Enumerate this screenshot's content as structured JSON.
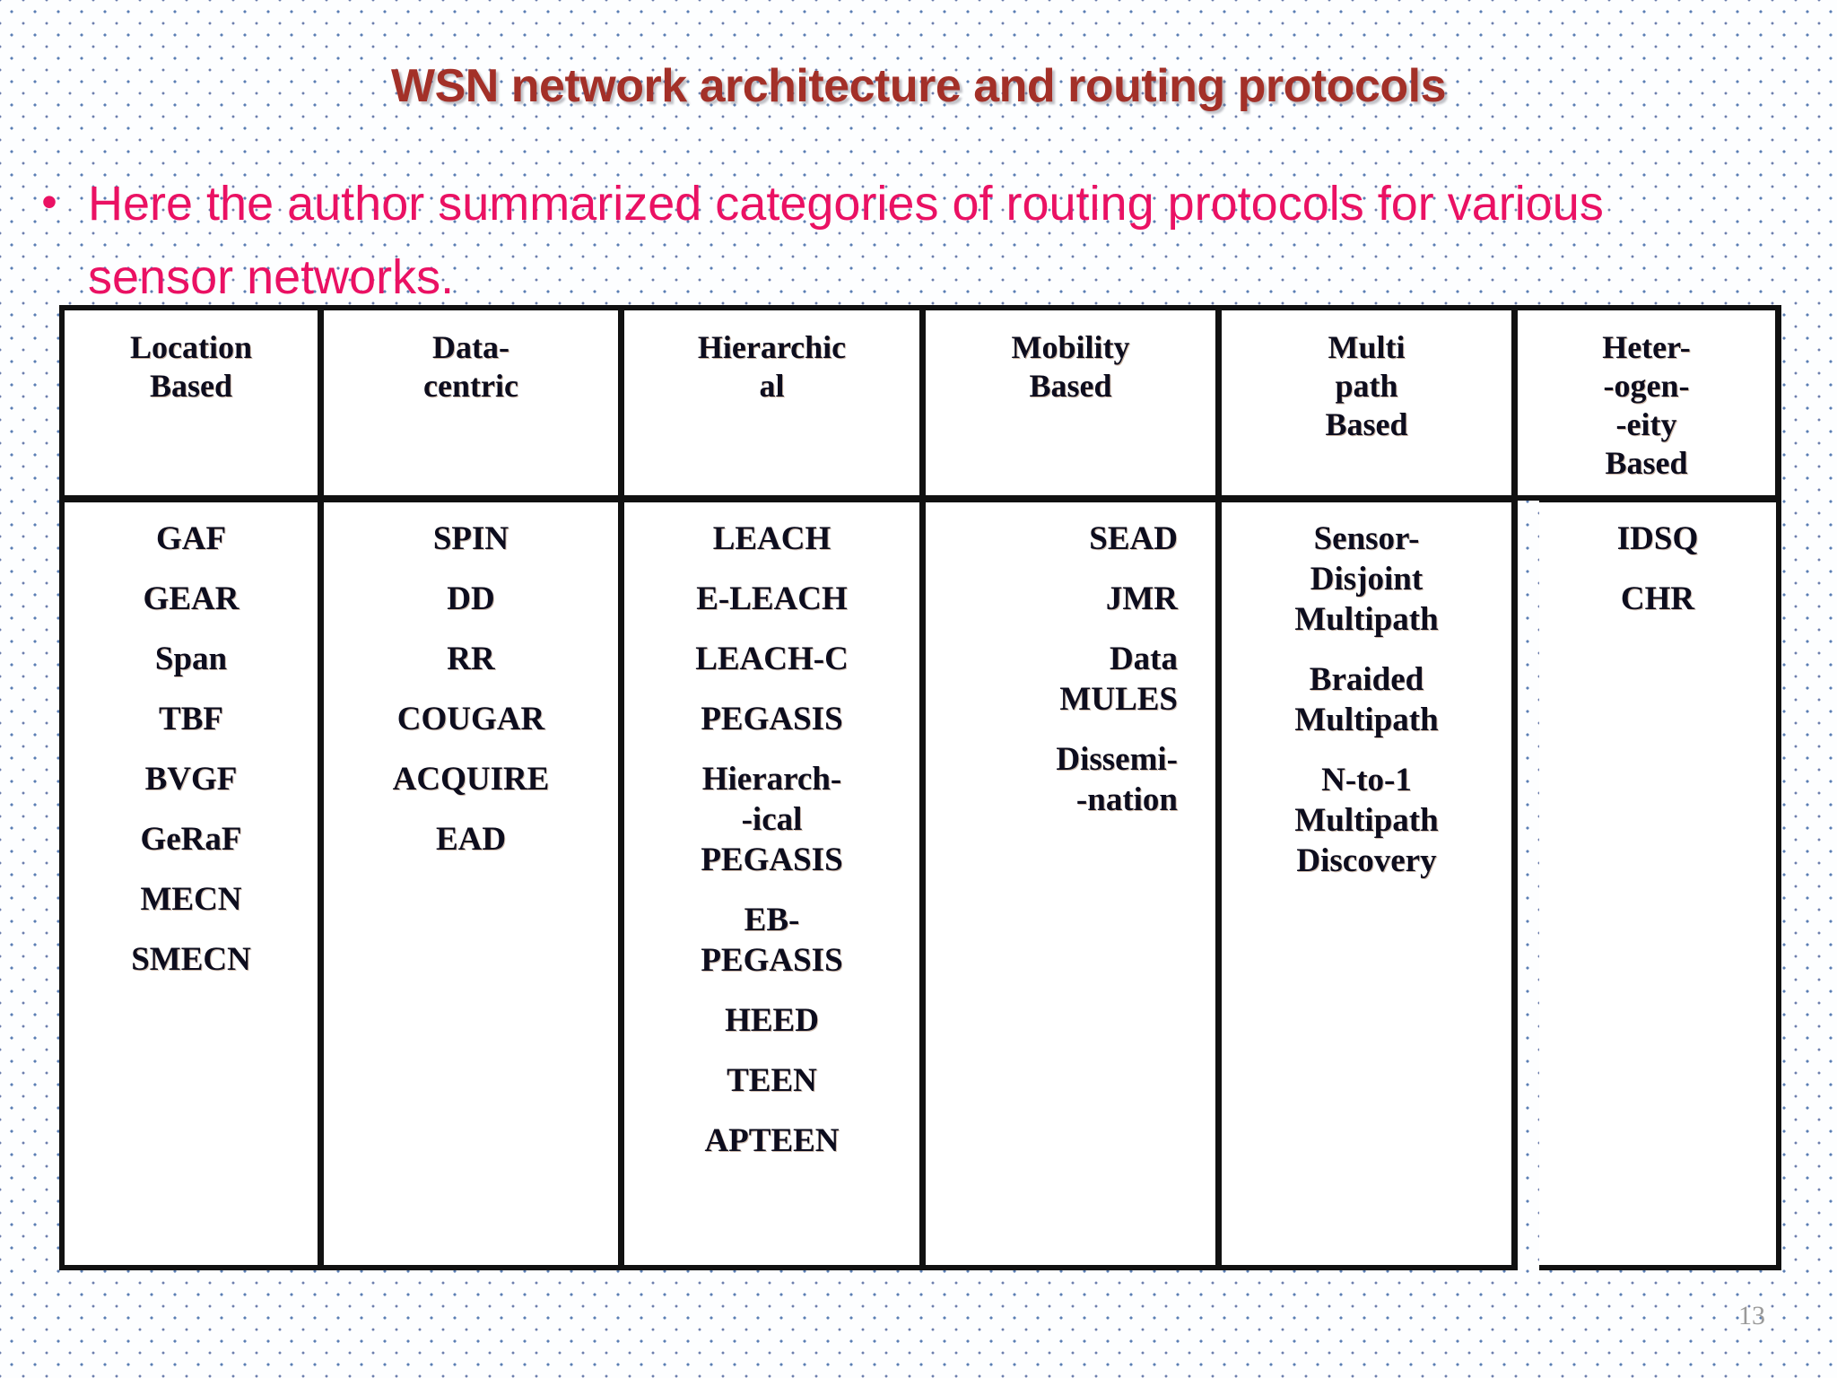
{
  "slide": {
    "title": "WSN network architecture and routing protocols",
    "bullet_marker": "•",
    "bullet_text": "Here the author summarized  categories of routing protocols for various sensor networks.",
    "page_number": "13",
    "colors": {
      "title": "#a33028",
      "body_text": "#ea1163",
      "table_border": "#111111",
      "table_text": "#0d0d1e",
      "page_number": "#9a9a9a",
      "background_dots": "#5b7fb4"
    }
  },
  "table": {
    "headers": [
      "Location\nBased",
      "Data-\ncentric",
      "Hierarchic\nal",
      "Mobility\nBased",
      "Multi\npath\nBased",
      "Heter-\n-ogen-\n-eity\nBased"
    ],
    "columns": [
      {
        "header": "Location Based",
        "align": "center",
        "entries": [
          "GAF",
          "GEAR",
          "Span",
          "TBF",
          "BVGF",
          "GeRaF",
          "MECN",
          "SMECN"
        ]
      },
      {
        "header": "Data-centric",
        "align": "center",
        "entries": [
          "SPIN",
          "DD",
          "RR",
          "COUGAR",
          "ACQUIRE",
          "EAD"
        ]
      },
      {
        "header": "Hierarchical",
        "align": "center",
        "entries": [
          "LEACH",
          "E-LEACH",
          "LEACH-C",
          "PEGASIS",
          "Hierarch-\n-ical\nPEGASIS",
          "EB-\nPEGASIS",
          "HEED",
          "TEEN",
          "APTEEN"
        ]
      },
      {
        "header": "Mobility Based",
        "align": "right",
        "entries": [
          "SEAD",
          "JMR",
          "Data\nMULES",
          "Dissemi-\n-nation"
        ]
      },
      {
        "header": "Multi path Based",
        "align": "center",
        "entries": [
          "Sensor-\nDisjoint\nMultipath",
          "Braided\nMultipath",
          "N-to-1\nMultipath\nDiscovery"
        ]
      },
      {
        "header": "Heterogeneity Based",
        "align": "center",
        "entries": [
          "IDSQ",
          "CHR"
        ]
      }
    ]
  }
}
